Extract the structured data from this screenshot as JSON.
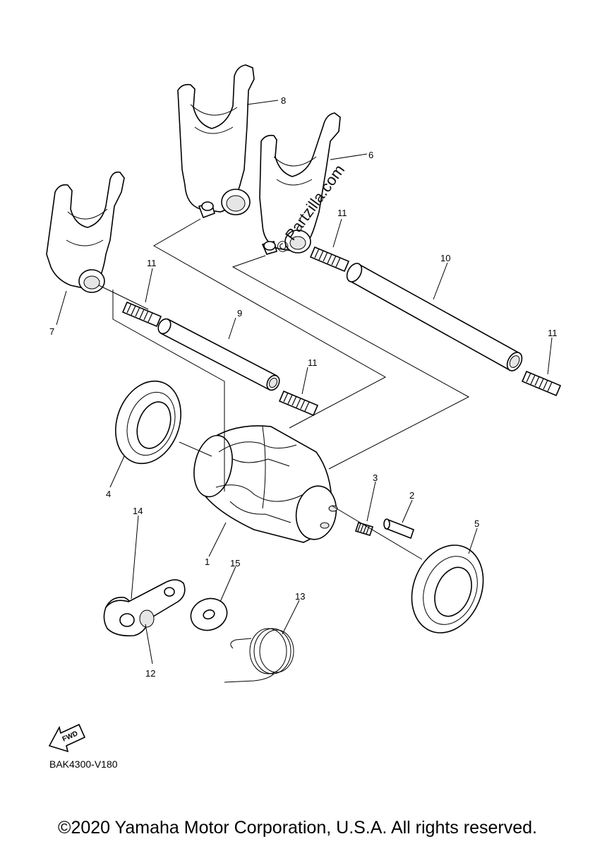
{
  "diagram": {
    "callouts": {
      "c1": "1",
      "c2": "2",
      "c3": "3",
      "c4": "4",
      "c5": "5",
      "c6": "6",
      "c7": "7",
      "c8": "8",
      "c9": "9",
      "c10": "10",
      "c11a": "11",
      "c11b": "11",
      "c11c": "11",
      "c11d": "11",
      "c12": "12",
      "c13": "13",
      "c14": "14",
      "c15": "15"
    },
    "watermark": "© Partzilla.com",
    "fwd_label": "FWD",
    "diagram_code": "BAK4300-V180"
  },
  "footer": {
    "copyright": "©2020 Yamaha Motor Corporation, U.S.A. All rights reserved."
  }
}
